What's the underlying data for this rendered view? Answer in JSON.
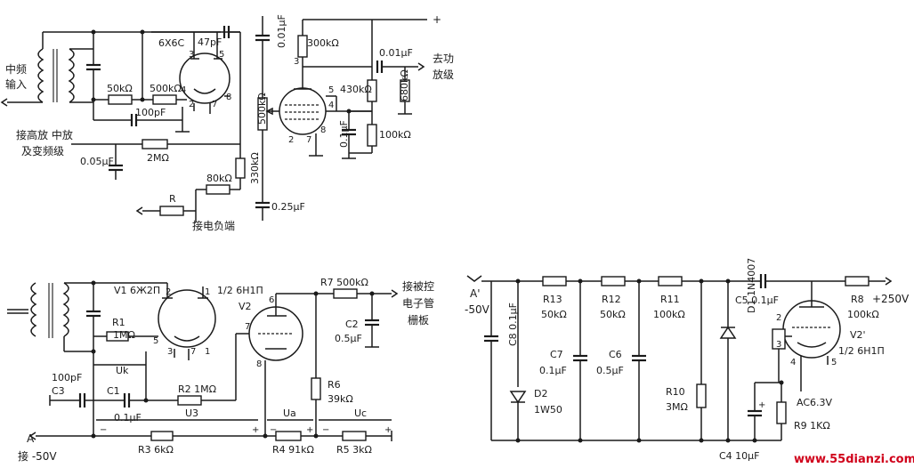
{
  "top": {
    "input_label": "中频\n输入",
    "tube1": "6X6C",
    "c47": "47pF",
    "r50k": "50kΩ",
    "r500k": "500kΩ",
    "c100p": "100pF",
    "agc_label": "接高放 中放\n及变频级",
    "c005": "0.05μF",
    "r2m": "2MΩ",
    "r80k": "80kΩ",
    "r330k": "330kΩ",
    "r_label": "R",
    "meter_label": "接电负端",
    "c025": "0.25μF",
    "pot": "500kΩ",
    "c001": "0.01μF",
    "r300k": "300kΩ",
    "c001b": "0.01μF",
    "out_label": "去功\n放级",
    "r430k": "430kΩ",
    "r680k": "680kΩ",
    "c01": "0.1μF",
    "r100k": "100kΩ",
    "plus": "+",
    "pins_left": [
      "3",
      "5",
      "4",
      "2",
      "7",
      "8"
    ],
    "pins_right": [
      "3",
      "5",
      "4",
      "2",
      "7",
      "8"
    ]
  },
  "bl": {
    "v1": "V1  6Ж2П",
    "v2": "1/2  6Н1П",
    "v2name": "V2",
    "r1": "R1\n1MΩ",
    "uk": "Uk",
    "c3v": "100pF",
    "c3": "C3",
    "c1": "C1",
    "c1v": "0.1μF",
    "r2": "R2  1MΩ",
    "u3": "U3",
    "ua": "Ua",
    "uc": "Uc",
    "r7": "R7  500kΩ",
    "out": "接被控\n电子管\n栅极",
    "c2": "C2\n0.5μF",
    "r6": "R6\n39kΩ",
    "r3": "R3  6kΩ",
    "r4": "R4  91kΩ",
    "r5": "R5  3kΩ",
    "a_label": "A\n接 -50V",
    "pins": [
      "2",
      "1",
      "5",
      "3",
      "7",
      "1",
      "6",
      "7",
      "8"
    ]
  },
  "br": {
    "a_label": "A'\n-50V",
    "c8": "C8  0.1μF",
    "r13": "R13\n50kΩ",
    "r12": "R12\n50kΩ",
    "r11": "R11\n100kΩ",
    "d1": "D1  1N4007",
    "c5": "C5  0.1μF",
    "r8": "R8\n100kΩ",
    "v_plus": "+250V",
    "c7": "C7\n0.1μF",
    "c6": "C6\n0.5μF",
    "d2": "D2\n1W50",
    "r10": "R10\n3MΩ",
    "v2p": "V2'\n1/2  6Н1П",
    "ac": "AC6.3V",
    "r9": "R9  1KΩ",
    "c4": "C4   10μF",
    "pins": [
      "2",
      "3",
      "4",
      "5"
    ]
  },
  "watermark": "www.55dianzi.com"
}
